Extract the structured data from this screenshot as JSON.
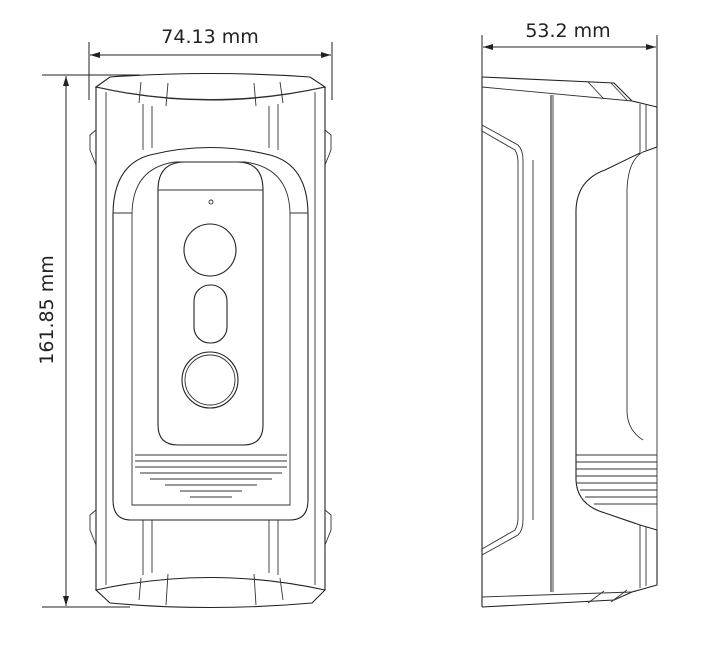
{
  "dimensions": {
    "front_width": "74.13 mm",
    "front_height": "161.85 mm",
    "side_depth": "53.2 mm"
  },
  "colors": {
    "line": "#222222",
    "background": "#ffffff"
  }
}
